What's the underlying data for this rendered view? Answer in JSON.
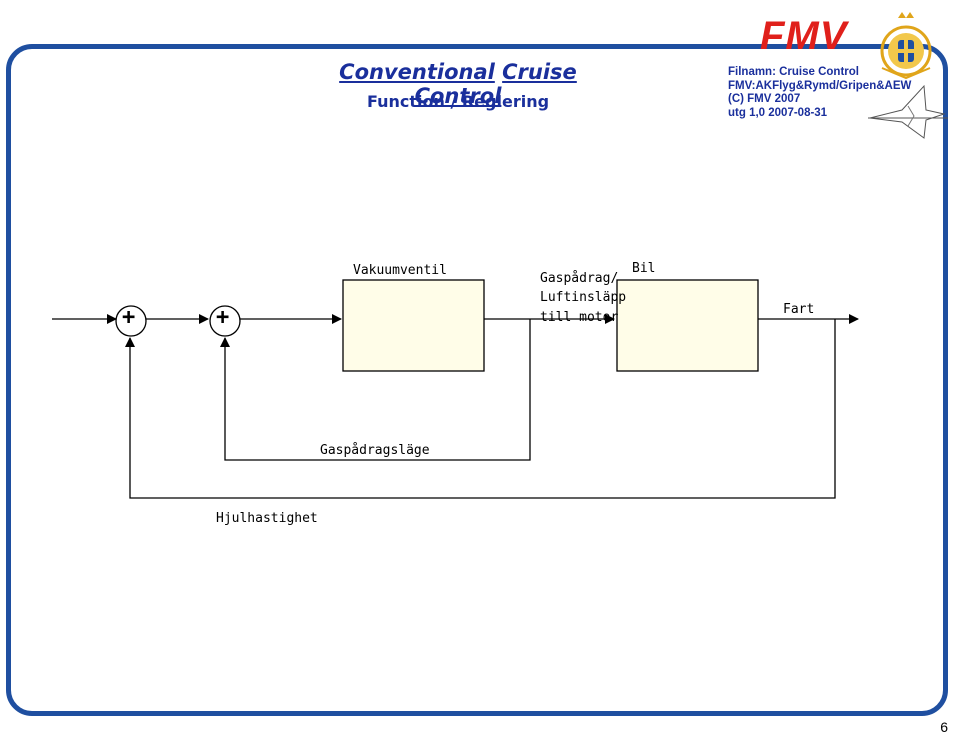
{
  "header": {
    "title_word1": "Conventional",
    "title_word2": "Cruise",
    "title_word3": "Control",
    "subtitle": "Function / Reglering"
  },
  "meta": {
    "line1": "Filnamn: Cruise Control",
    "line2": "FMV:AKFlyg&Rymd/Gripen&AEW",
    "line3": "(C) FMV 2007",
    "line4": "utg 1,0 2007-08-31"
  },
  "logo": {
    "text": "FMV",
    "color": "#e0201b"
  },
  "diagram": {
    "sum1_sign": "+",
    "sum2_sign": "+",
    "block1_label": "Vakuumventil",
    "signal_mid_line1": "Gaspådrag/",
    "signal_mid_line2": "Luftinsläpp",
    "signal_mid_line3": "till motor",
    "block2_label": "Bil",
    "output_label": "Fart",
    "inner_feedback_label": "Gaspådragsläge",
    "outer_feedback_label": "Hjulhastighet",
    "block_fill": "#fffde8"
  },
  "footer": {
    "page_number": "6"
  },
  "colors": {
    "frame": "#1f4fa0",
    "title": "#1a2f9c"
  }
}
